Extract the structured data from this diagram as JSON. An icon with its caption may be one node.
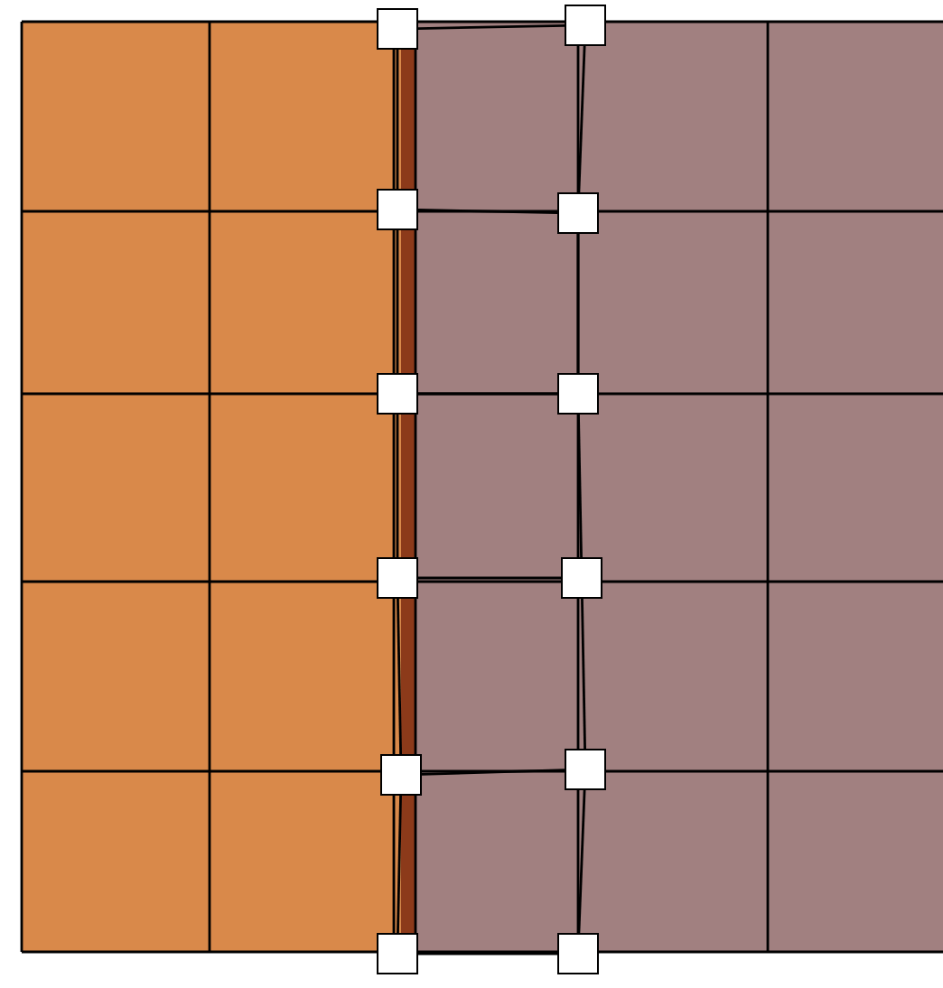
{
  "diagram": {
    "nodes": [
      {
        "text": [],
        "shape": "box"
      },
      {
        "text": [],
        "shape": "box"
      },
      {
        "text": [],
        "shape": "box"
      },
      {
        "text": [],
        "shape": "box"
      },
      {
        "text": [],
        "shape": "box"
      },
      {
        "text": [],
        "shape": "box"
      },
      {
        "text": [],
        "shape": "box"
      },
      {
        "text": [],
        "shape": "box"
      },
      {
        "text": [],
        "shape": "box"
      },
      {
        "text": [],
        "shape": "box"
      },
      {
        "text": [],
        "shape": "box"
      },
      {
        "text": [],
        "shape": "box"
      }
    ],
    "edges": [
      {
        "from": 0,
        "to": 1,
        "arrow": "none"
      },
      {
        "from": 2,
        "to": 3,
        "arrow": "none"
      },
      {
        "from": 4,
        "to": 5,
        "arrow": "none"
      },
      {
        "from": 6,
        "to": 7,
        "arrow": "none"
      },
      {
        "from": 8,
        "to": 9,
        "arrow": "none"
      },
      {
        "from": 10,
        "to": 11,
        "arrow": "none"
      },
      {
        "from": 0,
        "to": 2,
        "arrow": "none"
      },
      {
        "from": 2,
        "to": 4,
        "arrow": "none"
      },
      {
        "from": 4,
        "to": 6,
        "arrow": "none"
      },
      {
        "from": 6,
        "to": 8,
        "arrow": "none"
      },
      {
        "from": 8,
        "to": 10,
        "arrow": "none"
      },
      {
        "from": 1,
        "to": 3,
        "arrow": "none"
      },
      {
        "from": 3,
        "to": 5,
        "arrow": "none"
      },
      {
        "from": 5,
        "to": 7,
        "arrow": "none"
      },
      {
        "from": 7,
        "to": 9,
        "arrow": "none"
      },
      {
        "from": 9,
        "to": 11,
        "arrow": "none"
      }
    ]
  }
}
